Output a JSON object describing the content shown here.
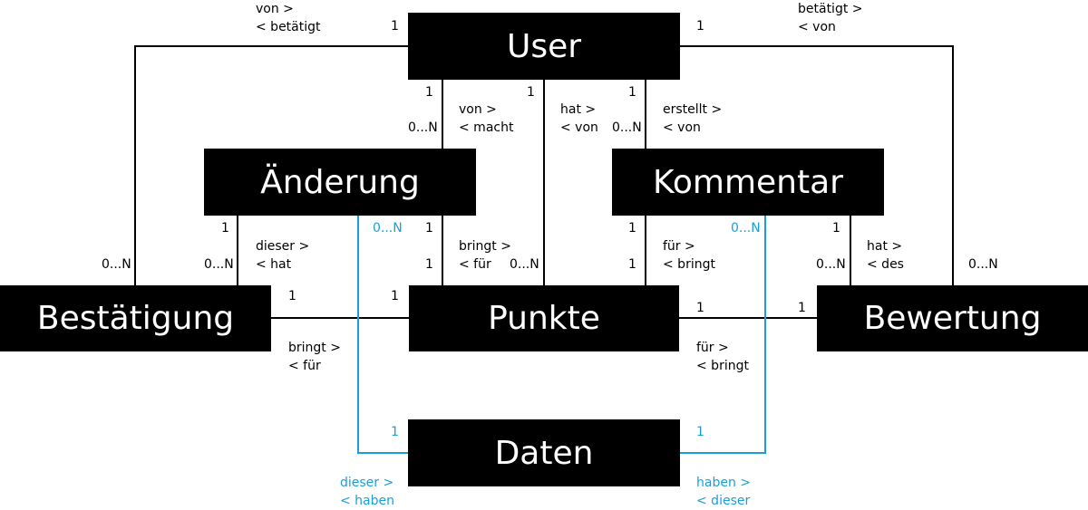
{
  "colors": {
    "entity_fill": "#000000",
    "entity_text": "#ffffff",
    "line": "#000000",
    "data_link": "#1a9fd9"
  },
  "entities": {
    "user": "User",
    "aenderung": "Änderung",
    "kommentar": "Kommentar",
    "bestaetigung": "Bestätigung",
    "punkte": "Punkte",
    "bewertung": "Bewertung",
    "daten": "Daten"
  },
  "relations": {
    "user_bestaetigung": {
      "verb1": "von >",
      "verb2": "< betätigt",
      "card_user": "1",
      "card_other": "0...N"
    },
    "user_bewertung": {
      "verb1": "betätigt >",
      "verb2": "< von",
      "card_user": "1",
      "card_other": "0...N"
    },
    "user_aenderung": {
      "verb1": "von >",
      "verb2": "< macht",
      "card_user": "1",
      "card_other": "0...N"
    },
    "user_punkte": {
      "verb1": "hat >",
      "verb2": "< von",
      "card_user": "1",
      "card_other": "0...N"
    },
    "user_kommentar": {
      "verb1": "erstellt >",
      "verb2": "< von",
      "card_user": "1",
      "card_other": "0...N"
    },
    "aenderung_bestaetigung": {
      "verb1": "dieser >",
      "verb2": "< hat",
      "card_a": "1",
      "card_b": "0...N"
    },
    "aenderung_punkte": {
      "verb1": "bringt >",
      "verb2": "< für",
      "card_a": "1",
      "card_b": "1"
    },
    "kommentar_punkte": {
      "verb1": "für >",
      "verb2": "< bringt",
      "card_a": "1",
      "card_b": "1"
    },
    "kommentar_bewertung": {
      "verb1": "hat >",
      "verb2": "< des",
      "card_a": "1",
      "card_b": "0...N"
    },
    "bestaetigung_punkte": {
      "verb1": "bringt >",
      "verb2": "< für",
      "card_a": "1",
      "card_b": "1"
    },
    "bewertung_punkte": {
      "verb1": "für >",
      "verb2": "< bringt",
      "card_a": "1",
      "card_b": "1"
    },
    "daten_aenderung": {
      "verb1": "dieser >",
      "verb2": "< haben",
      "card_daten": "1",
      "card_other": "0...N"
    },
    "daten_kommentar": {
      "verb1": "haben >",
      "verb2": "< dieser",
      "card_daten": "1",
      "card_other": "0...N"
    }
  }
}
